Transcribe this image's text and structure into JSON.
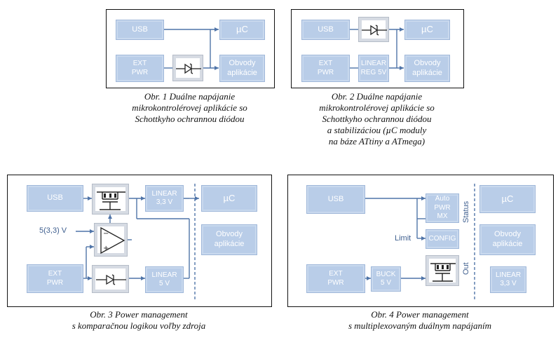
{
  "blocks": {
    "usb": "USB",
    "mcu": "µC",
    "ext_pwr": [
      "EXT",
      "PWR"
    ],
    "obvody": [
      "Obvody",
      "aplikácie"
    ],
    "linear_reg_5v": [
      "LINEAR",
      "REG 5V"
    ],
    "linear_33v": [
      "LINEAR",
      "3,3 V"
    ],
    "linear_5v": [
      "LINEAR",
      "5 V"
    ],
    "auto_pwr_mx": [
      "Auto",
      "PWR",
      "MX"
    ],
    "config": "CONFIG",
    "buck_5v": [
      "BUCK",
      "5 V"
    ]
  },
  "labels": {
    "ref_voltage": "5(3,3) V",
    "limit": "Limit",
    "status": "Status",
    "out": "Out"
  },
  "captions": {
    "fig1": [
      "Obr. 1  Duálne napájanie",
      "mikrokontrolérovej aplikácie so",
      "Schottkyho ochrannou diódou"
    ],
    "fig2": [
      "Obr. 2  Duálne napájanie",
      "mikrokontrolérovej aplikácie so",
      "Schottkyho ochrannou diódou",
      "a stabilizáciou (µC moduly",
      "na báze ATtiny a ATmega)"
    ],
    "fig3": [
      "Obr. 3  Power management",
      "s komparačnou logikou voľby zdroja"
    ],
    "fig4": [
      "Obr. 4  Power management",
      "s multiplexovaným duálnym napájaním"
    ]
  },
  "colors": {
    "block_fill": "#b9cde8",
    "wire": "#4f74a8",
    "label_text": "#3f5f8f"
  }
}
